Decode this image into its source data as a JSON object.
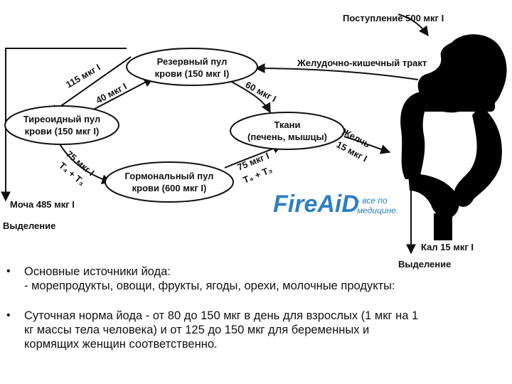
{
  "diagram": {
    "nodes": {
      "reserve": [
        "Резервный пул",
        "крови (150 мкг I)"
      ],
      "thyroid": [
        "Тиреоидный пул",
        "крови (150 мкг I)"
      ],
      "tissues": [
        "Ткани",
        "(печень, мышцы)"
      ],
      "hormonal": [
        "Гормональный пул",
        "крови (600 мкг I)"
      ]
    },
    "labels": {
      "intake": "Поступление 500 мкг I",
      "gi_tract": "Желудочно-кишечный тракт",
      "r115": "115 мкг I",
      "r40": "40 мкг I",
      "r60": "60 мкг I",
      "bile": [
        "Желчь",
        "15 мкг I"
      ],
      "t75_left": [
        "75 мкг I",
        "T₄ + T₃"
      ],
      "t75_right": [
        "75 мкг I",
        "T₄ + T₃"
      ],
      "urine": "Моча 485 мкг I",
      "excretion_left": "Выделение",
      "feces": "Кал 15 мкг I",
      "excretion_right": "Выделение"
    }
  },
  "brand": {
    "name": "FireAiD",
    "tagline": [
      "- все по",
      "медицине."
    ]
  },
  "bullets": [
    {
      "lines": [
        "Основные источники йода:",
        "- морепродукты, овощи, фрукты, ягоды, орехи, молочные продукты:"
      ]
    },
    {
      "lines": [
        "Суточная норма йода - от 80 до 150 мкг в день для взрослых (1 мкг на 1",
        "кг  массы тела человека) и от 125 до 150 мкг для беременных и",
        "кормящих женщин соответственно."
      ]
    }
  ],
  "colors": {
    "ink": "#111111",
    "brand": "#2f7fc1",
    "background": "#ffffff"
  }
}
